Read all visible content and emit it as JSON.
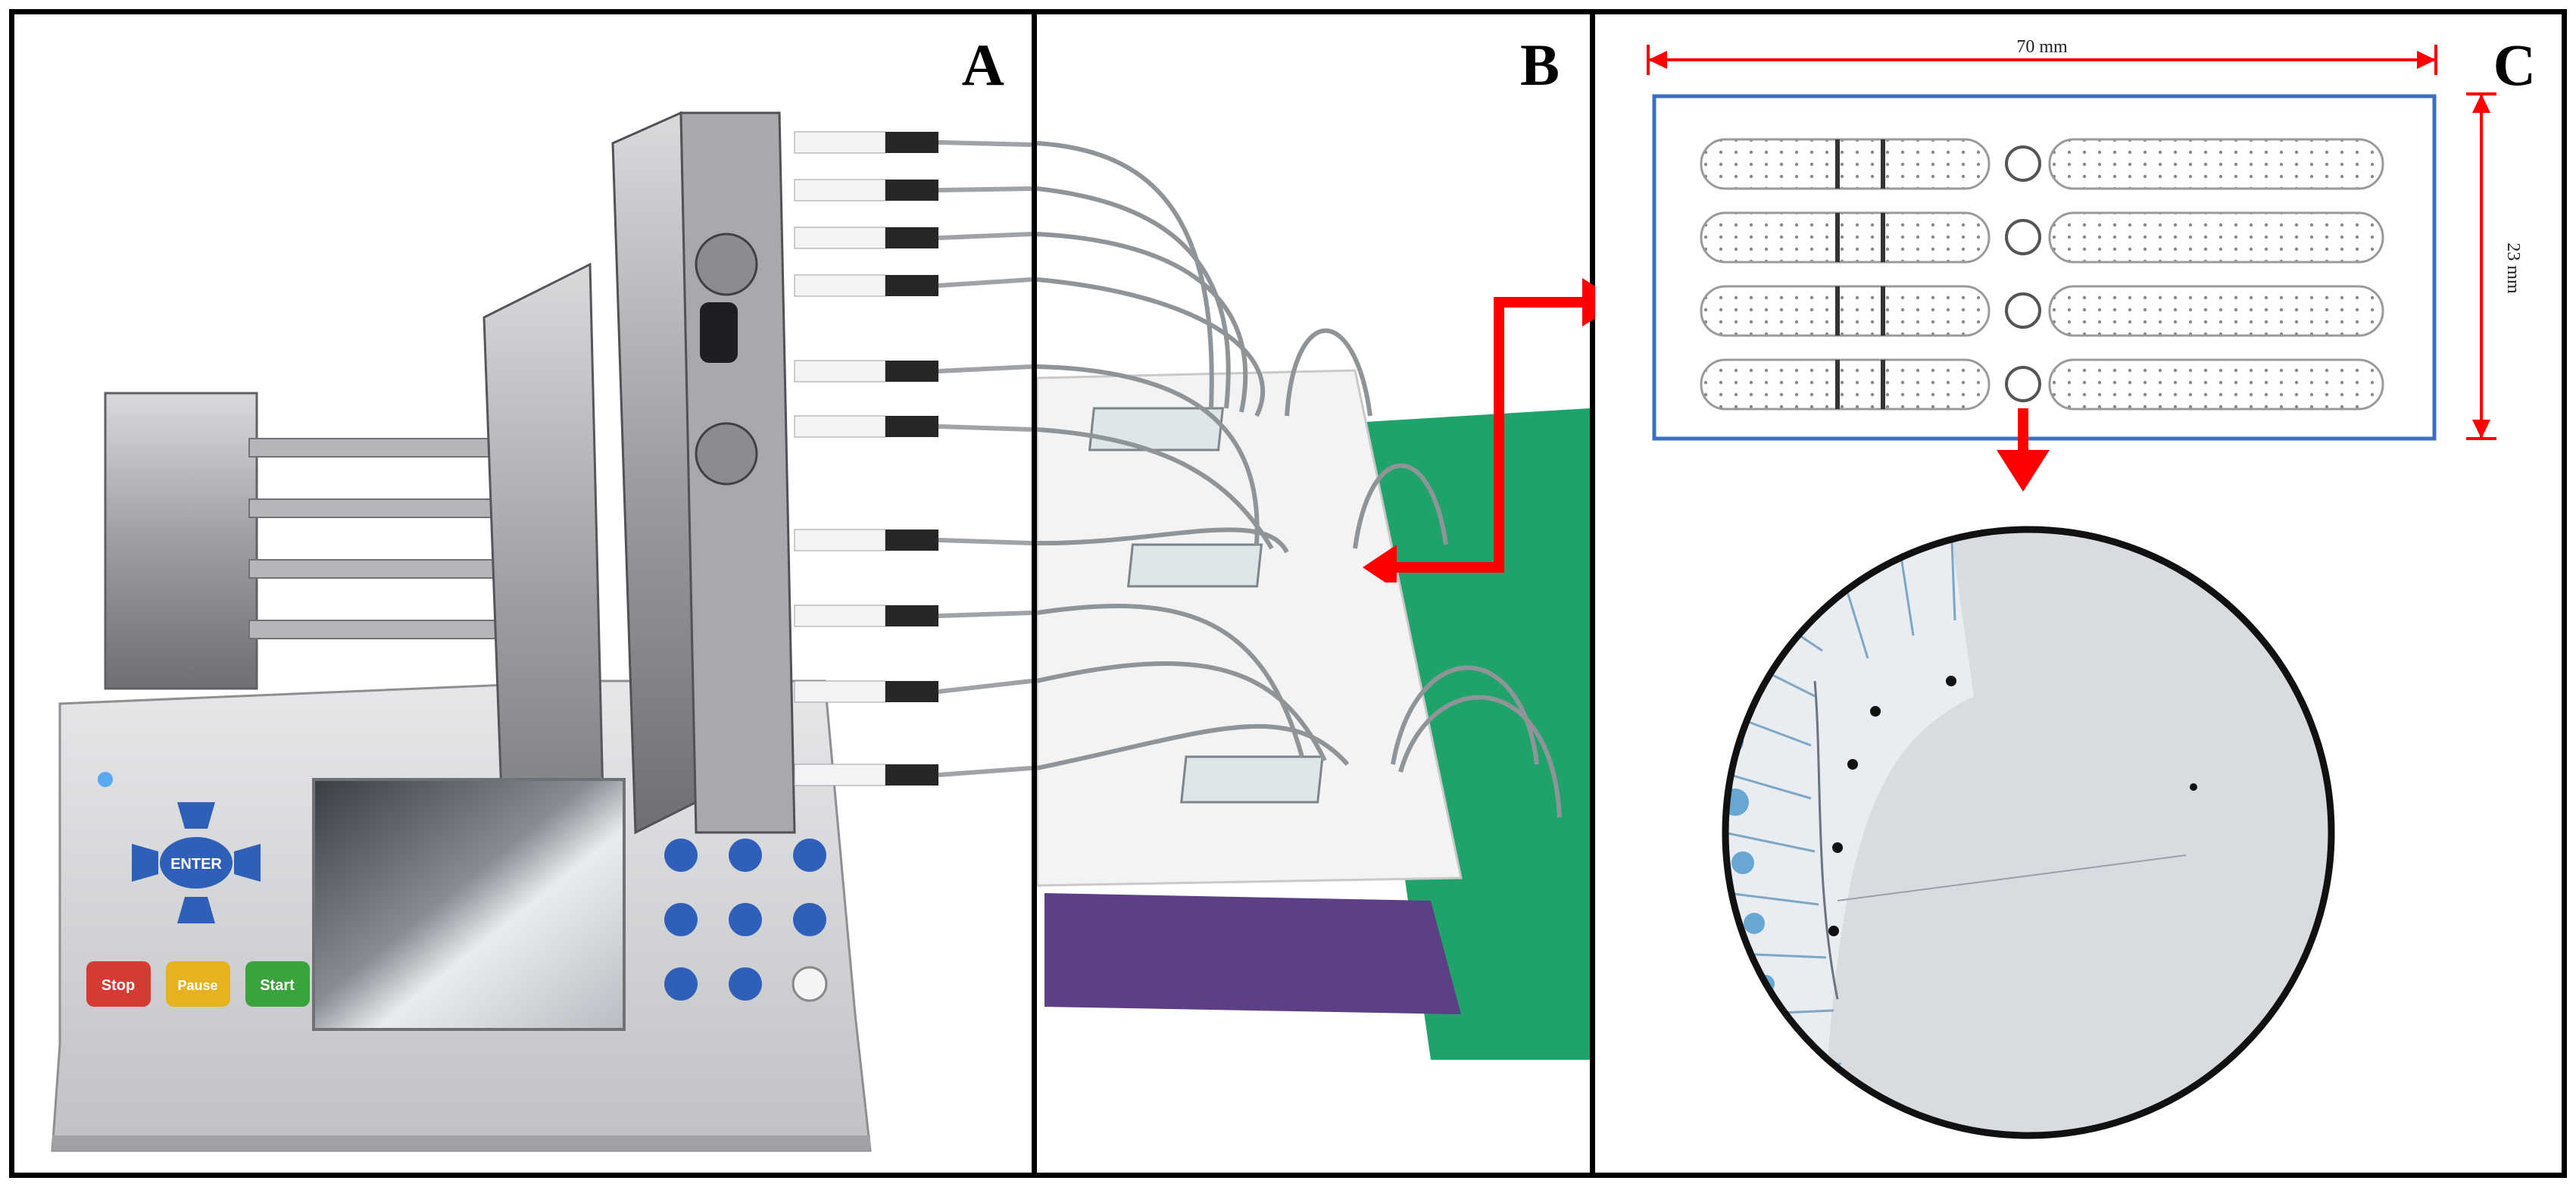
{
  "panels": {
    "a": {
      "label": "A"
    },
    "b": {
      "label": "B"
    },
    "c": {
      "label": "C"
    }
  },
  "pump_buttons": {
    "enter": "ENTER",
    "stop": "Stop",
    "pause": "Pause",
    "start": "Start"
  },
  "dimensions": {
    "width": "70 mm",
    "height": "23 mm"
  },
  "colors": {
    "frame": "#000000",
    "arrow": "#ff0000",
    "chip_outline": "#3a6fc4",
    "bench_mat": "#1fa36a",
    "stop_button": "#d43b32",
    "pause_button": "#e8b21f",
    "start_button": "#3aa33c",
    "keypad": "#2f5fb8",
    "stain": "#3c8fc7"
  }
}
